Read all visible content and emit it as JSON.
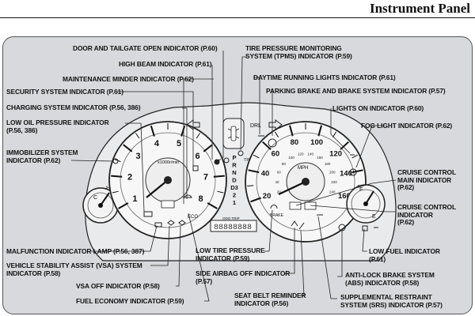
{
  "header": {
    "title": "Instrument Panel"
  },
  "gauges": {
    "tach_numbers": [
      "1",
      "2",
      "3",
      "4",
      "5",
      "6",
      "7",
      "8"
    ],
    "tach_unit": "x1000r/min",
    "speed_numbers": [
      "20",
      "40",
      "60",
      "80",
      "100",
      "120",
      "140",
      "160"
    ],
    "speed_unit": "MPH",
    "speed_km": [
      "20",
      "40",
      "60",
      "80",
      "100",
      "120",
      "140",
      "160",
      "180",
      "200",
      "220",
      "240"
    ],
    "gear_letters": [
      "P",
      "R",
      "N",
      "D",
      "D3",
      "2",
      "1"
    ],
    "temp_hot": "H",
    "temp_cold": "C",
    "fuel_full": "F",
    "fuel_empty": "E",
    "odometer": "ODO TRIP",
    "drl": "DRL",
    "eco": "ECO",
    "brake": "BRAKE",
    "tpms": "TPMS"
  },
  "labels": {
    "door_tailgate": "DOOR AND TAILGATE OPEN INDICATOR (P.60)",
    "high_beam": "HIGH BEAM INDICATOR (P.61)",
    "maintenance_minder": "MAINTENANCE MINDER INDICATOR (P.62)",
    "security_system": "SECURITY SYSTEM INDICATOR (P.61)",
    "charging_system": "CHARGING SYSTEM INDICATOR (P.56, 386)",
    "low_oil_l1": "LOW OIL PRESSURE INDICATOR",
    "low_oil_l2": "(P.56, 386)",
    "immobilizer_l1": "IMMOBILIZER SYSTEM",
    "immobilizer_l2": "INDICATOR (P.62)",
    "tpms_l1": "TIRE PRESSURE MONITORING",
    "tpms_l2": "SYSTEM (TPMS) INDICATOR (P.59)",
    "daytime_running": "DAYTIME RUNNING LIGHTS INDICATOR (P.61)",
    "parking_brake": "PARKING BRAKE AND BRAKE SYSTEM INDICATOR (P.57)",
    "lights_on": "LIGHTS ON INDICATOR (P.60)",
    "fog_light": "FOG LIGHT INDICATOR (P.62)",
    "cruise_main_l1": "CRUISE CONTROL",
    "cruise_main_l2": "MAIN INDICATOR",
    "cruise_main_l3": "(P.62)",
    "cruise_ctrl_l1": "CRUISE CONTROL",
    "cruise_ctrl_l2": "INDICATOR",
    "cruise_ctrl_l3": "(P.62)",
    "malfunction": "MALFUNCTION INDICATOR LAMP (P.56, 387)",
    "vsa_system_l1": "VEHICLE STABILITY ASSIST (VSA) SYSTEM",
    "vsa_system_l2": "INDICATOR (P.58)",
    "vsa_off": "VSA OFF INDICATOR (P.58)",
    "fuel_economy": "FUEL ECONOMY INDICATOR (P.59)",
    "low_tire_l1": "LOW TIRE PRESSURE",
    "low_tire_l2": "INDICATOR (P.59)",
    "side_airbag_l1": "SIDE AIRBAG OFF INDICATOR",
    "side_airbag_l2": "(P.57)",
    "seat_belt_l1": "SEAT BELT REMINDER",
    "seat_belt_l2": "INDICATOR (P.56)",
    "low_fuel_l1": "LOW FUEL INDICATOR",
    "low_fuel_l2": "(P.61)",
    "abs_l1": "ANTI-LOCK BRAKE SYSTEM",
    "abs_l2": "(ABS) INDICATOR (P.58)",
    "srs_l1": "SUPPLEMENTAL RESTRAINT",
    "srs_l2": "SYSTEM (SRS) INDICATOR (P.57)"
  }
}
